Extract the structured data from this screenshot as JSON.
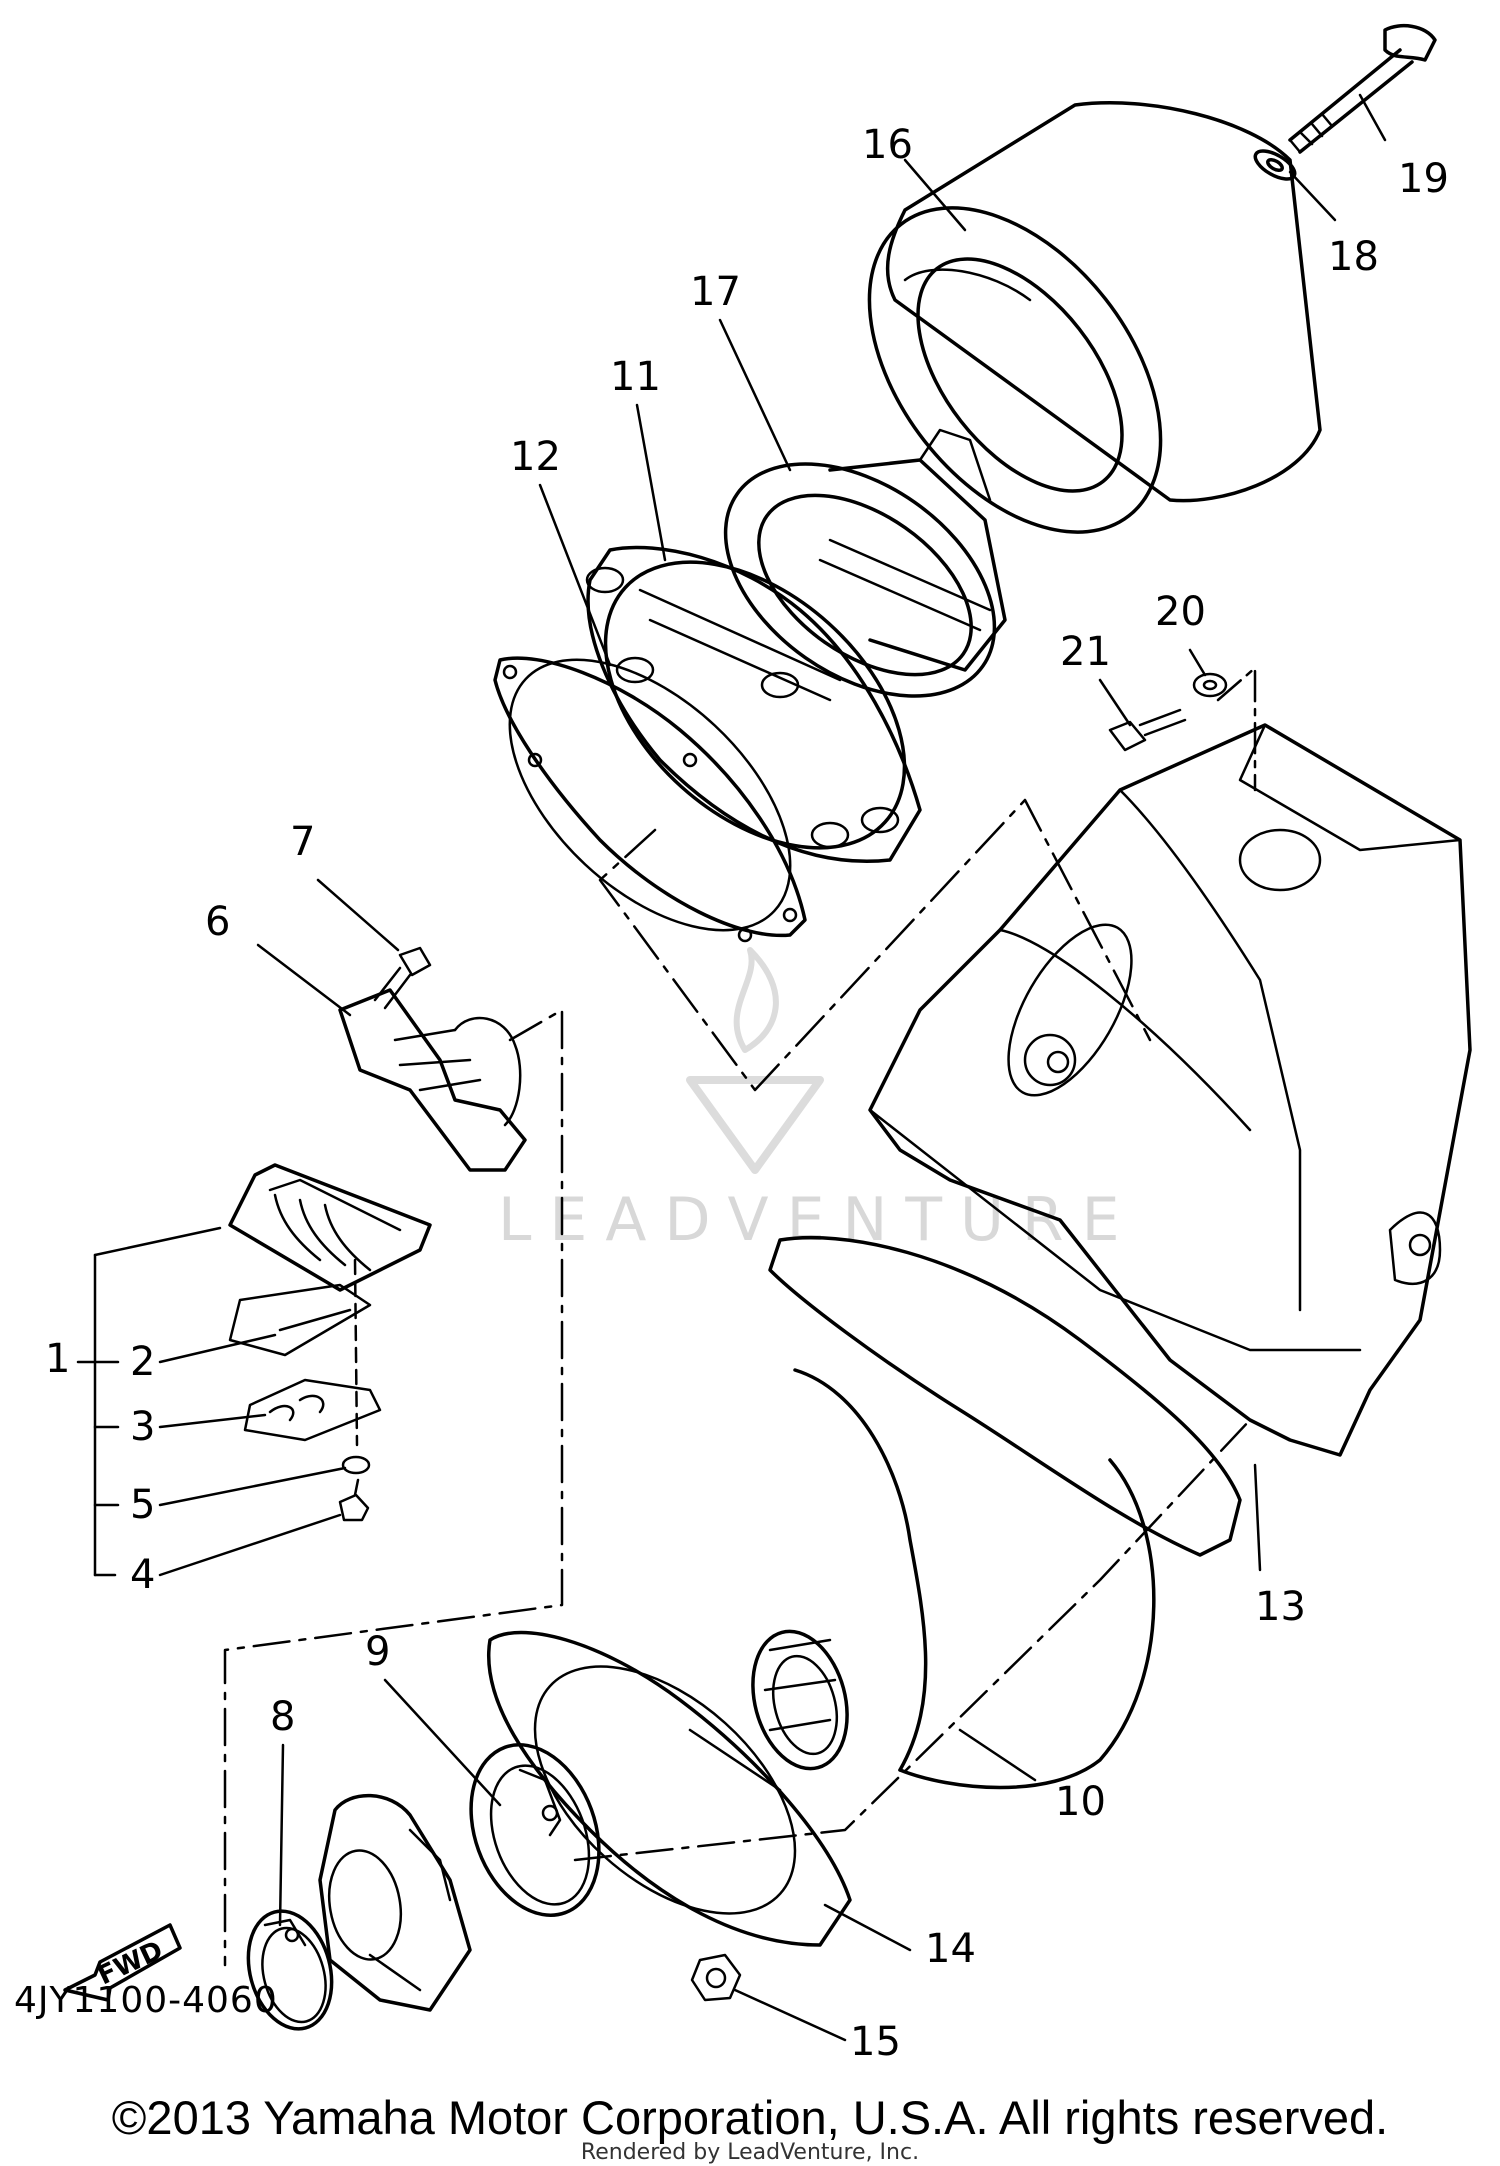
{
  "callouts": {
    "c1": "1",
    "c2": "2",
    "c3": "3",
    "c4": "4",
    "c5": "5",
    "c6": "6",
    "c7": "7",
    "c8": "8",
    "c9": "9",
    "c10": "10",
    "c11": "11",
    "c12": "12",
    "c13": "13",
    "c14": "14",
    "c15": "15",
    "c16": "16",
    "c17": "17",
    "c18": "18",
    "c19": "19",
    "c20": "20",
    "c21": "21"
  },
  "fwd_label": "FWD",
  "watermark": "LEADVENTURE",
  "part_code": "4JY1100-4060",
  "copyright": "©2013 Yamaha Motor Corporation, U.S.A. All rights reserved.",
  "rendered_by": "Rendered by LeadVenture, Inc."
}
